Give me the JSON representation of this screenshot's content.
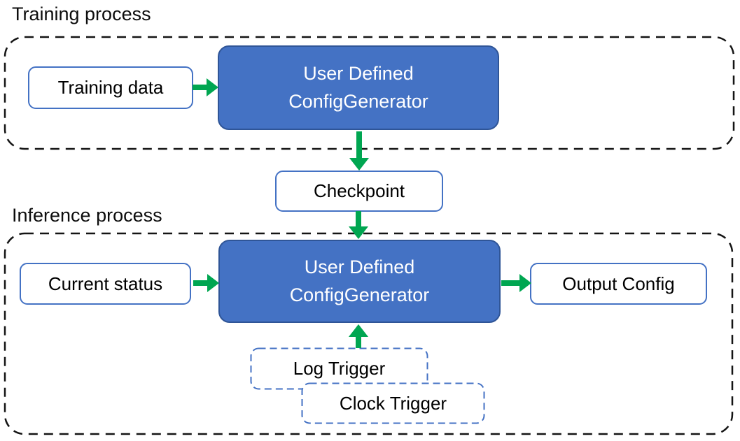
{
  "colors": {
    "background": "#ffffff",
    "node_fill": "#4472C4",
    "node_border": "#2F5597",
    "io_border": "#4472C4",
    "arrow_green": "#00A651",
    "container_border": "#141414",
    "text_dark": "#000000",
    "text_light": "#ffffff"
  },
  "training": {
    "title": "Training process",
    "input_label": "Training data",
    "generator_label": "User Defined\nConfigGenerator"
  },
  "checkpoint_label": "Checkpoint",
  "inference": {
    "title": "Inference process",
    "input_label": "Current status",
    "generator_label": "User Defined\nConfigGenerator",
    "output_label": "Output Config",
    "log_trigger_label": "Log Trigger",
    "clock_trigger_label": "Clock Trigger"
  }
}
